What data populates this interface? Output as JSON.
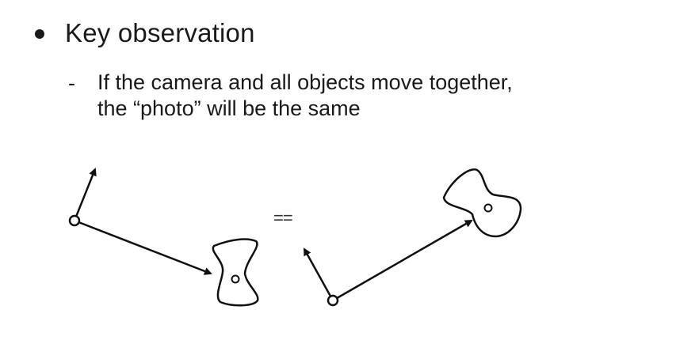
{
  "slide": {
    "bullet": "Key observation",
    "sub_dash": "-",
    "sub_lines": [
      "If the camera and all objects move together,",
      "the “photo” will be the same"
    ],
    "equals_sign": "=="
  }
}
